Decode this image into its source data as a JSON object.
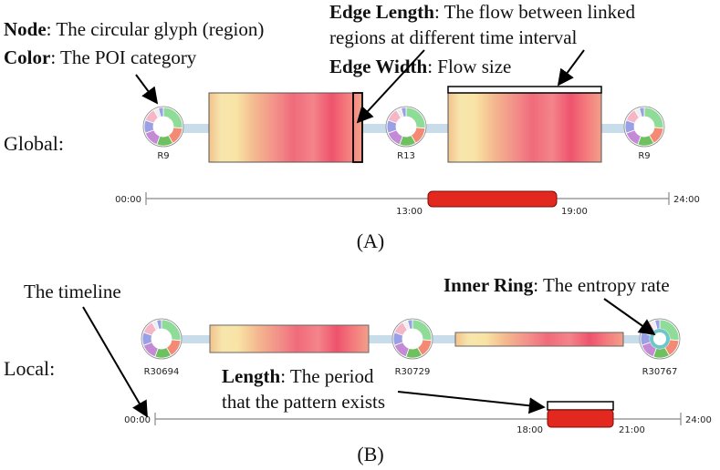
{
  "annotations": {
    "node": {
      "bold": "Node",
      "text": ": The circular glyph (region)"
    },
    "color": {
      "bold": "Color",
      "text": ": The POI category"
    },
    "edge_length": {
      "bold": "Edge Length",
      "text": ": The flow between linked",
      "line2": "regions at different time interval"
    },
    "edge_width": {
      "bold": "Edge Width",
      "text": ": Flow size"
    },
    "timeline": "The timeline",
    "inner_ring": {
      "bold": "Inner Ring",
      "text": ": The entropy rate"
    },
    "length": {
      "bold": "Length",
      "text": ": The period",
      "line2": "that the pattern exists"
    }
  },
  "panels": {
    "global": {
      "label": "Global:",
      "caption": "(A)",
      "nodes": [
        "R9",
        "R13",
        "R9"
      ],
      "timeline": {
        "start": "00:00",
        "end": "24:00",
        "period_start": "13:00",
        "period_end": "19:00"
      }
    },
    "local": {
      "label": "Local:",
      "caption": "(B)",
      "nodes": [
        "R30694",
        "R30729",
        "R30767"
      ],
      "timeline": {
        "start": "00:00",
        "end": "24:00",
        "period_start": "18:00",
        "period_end": "21:00"
      }
    }
  },
  "colors": {
    "gradient_light": "#f6e2a9",
    "gradient_mid": "#f3a79a",
    "gradient_dark": "#ec4a6a",
    "connector": "#c8dcea",
    "timeline_bar": "#e2281f",
    "poi": [
      "#8fdc99",
      "#f48a73",
      "#6fc160",
      "#c58ad6",
      "#9aa0e6",
      "#f5b6c8",
      "#eeeeee",
      "#5fa3a1"
    ],
    "inner_ring": "#6ec6c9"
  }
}
